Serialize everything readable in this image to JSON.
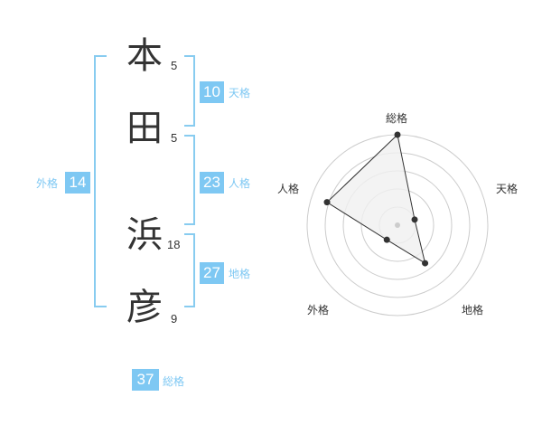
{
  "name_chars": [
    {
      "char": "本",
      "strokes": "5"
    },
    {
      "char": "田",
      "strokes": "5"
    },
    {
      "char": "浜",
      "strokes": "18"
    },
    {
      "char": "彦",
      "strokes": "9"
    }
  ],
  "fortunes": {
    "tenkaku": {
      "value": "10",
      "label": "天格"
    },
    "jinkaku": {
      "value": "23",
      "label": "人格"
    },
    "chikaku": {
      "value": "27",
      "label": "地格"
    },
    "gaikaku": {
      "value": "14",
      "label": "外格"
    },
    "soukaku": {
      "value": "37",
      "label": "総格"
    }
  },
  "colors": {
    "accent": "#7ec8f3",
    "bracket": "#88ccf0",
    "radar_fill": "#f0f0f0",
    "grid": "#cccccc"
  },
  "chart_data": {
    "type": "radar",
    "axes": [
      "総格",
      "天格",
      "地格",
      "外格",
      "人格"
    ],
    "values": [
      5,
      1,
      2.6,
      1,
      4.1
    ],
    "rings": 5,
    "max": 5
  }
}
